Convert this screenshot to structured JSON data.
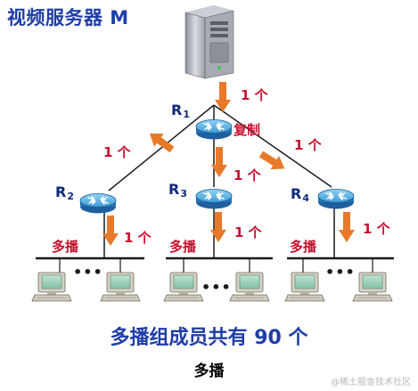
{
  "title": "视频服务器 M",
  "routers": {
    "r1": {
      "name": "R",
      "sub": "1"
    },
    "r2": {
      "name": "R",
      "sub": "2"
    },
    "r3": {
      "name": "R",
      "sub": "3"
    },
    "r4": {
      "name": "R",
      "sub": "4"
    }
  },
  "labels": {
    "copy": "复制",
    "multicast": "多播",
    "one_copy": "1 个",
    "ellipsis": "•••"
  },
  "members_text": "多播组成员共有 90 个",
  "caption": "多播",
  "watermark": "@稀土掘金技术社区",
  "colors": {
    "arrow": "#e8792a",
    "router_top": "#5fb7e5",
    "router_side": "#1f6fb3",
    "label_red": "#c8102e",
    "title_blue": "#1f3da8"
  }
}
